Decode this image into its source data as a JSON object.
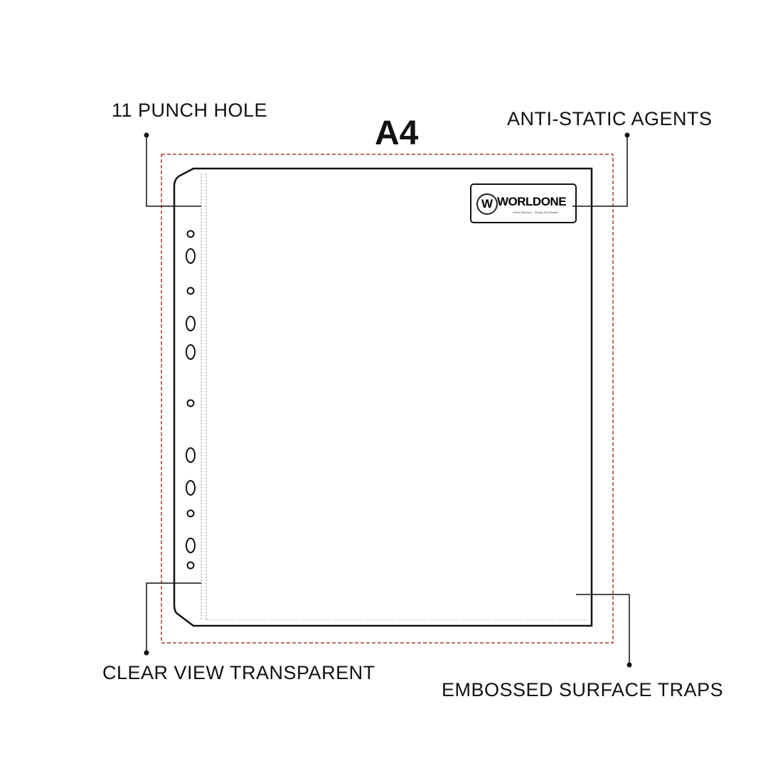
{
  "title": "A4",
  "labels": {
    "punch_hole": "11 PUNCH HOLE",
    "anti_static": "ANTI-STATIC AGENTS",
    "clear_view": "CLEAR VIEW TRANSPARENT",
    "embossed": "EMBOSSED SURFACE TRAPS"
  },
  "logo": {
    "initial": "W",
    "name": "WORLDONE",
    "tagline": "World Discover · Simply DM Wealth"
  },
  "colors": {
    "dash_border": "#a0412d",
    "ink": "#111111"
  }
}
